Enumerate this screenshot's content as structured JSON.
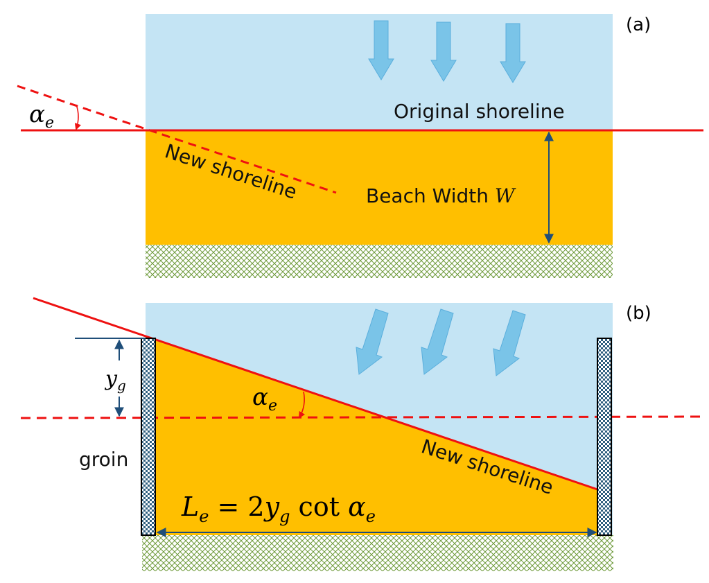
{
  "colors": {
    "water": "#c4e4f4",
    "beach": "#ffbf00",
    "shoreline": "#ee1111",
    "wave_arrow": "#7ac4e8",
    "dimension": "#1f4e79",
    "ground_hatch": "#6e9a3a",
    "groin_fill": "#3a6a8a"
  },
  "icons": {
    "wave": "down-arrow-icon",
    "angle": "curved-arrow-icon",
    "dimension": "double-headed-arrow-icon"
  },
  "panel_a": {
    "label": "(a)",
    "original_shoreline": "Original shoreline",
    "new_shoreline": "New shoreline",
    "beach_width_text": "Beach Width ",
    "beach_width_symbol": "W",
    "alpha": "α",
    "alpha_sub": "e"
  },
  "panel_b": {
    "label": "(b)",
    "groin_label": "groin",
    "new_shoreline": "New shoreline",
    "y_symbol": "y",
    "y_sub": "g",
    "alpha": "α",
    "alpha_sub": "e",
    "eq_L": "L",
    "eq_L_sub": "e",
    "eq_equals": " = 2",
    "eq_y": "y",
    "eq_y_sub": "g",
    "eq_cot": " cot ",
    "eq_alpha": "α",
    "eq_alpha_sub": "e"
  }
}
